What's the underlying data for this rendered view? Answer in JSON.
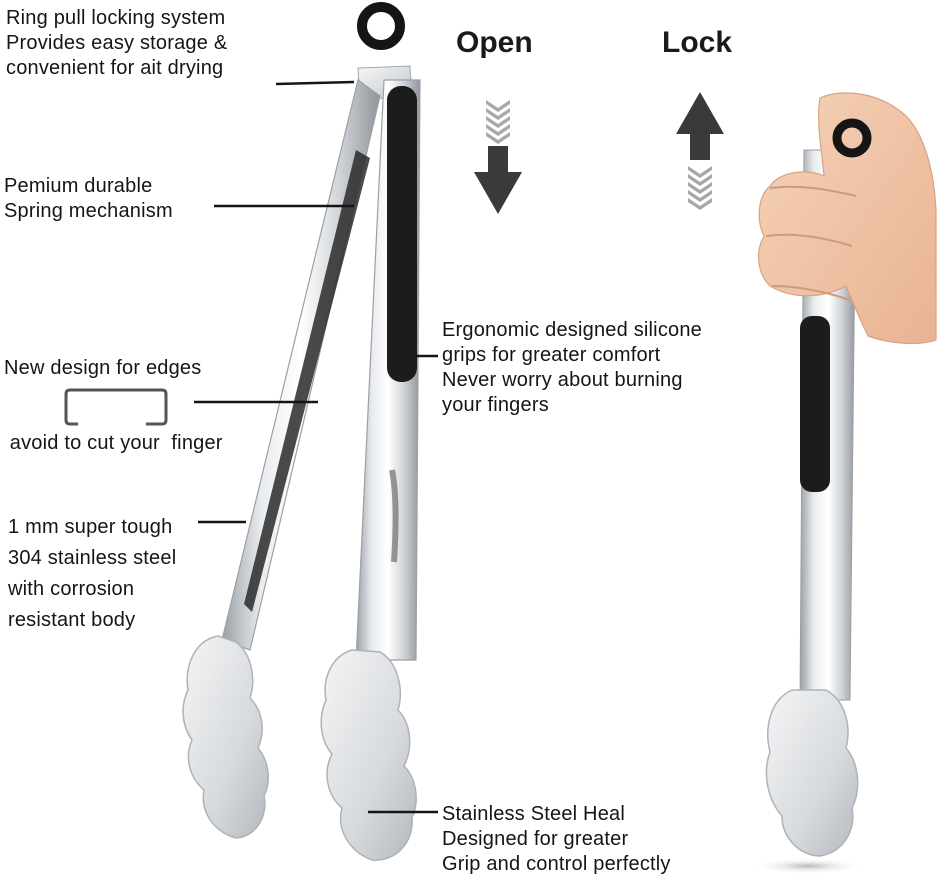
{
  "callouts": {
    "ring_pull": {
      "line1": "Ring pull locking system",
      "line2": "Provides easy storage &",
      "line3": "convenient for ait drying"
    },
    "spring": {
      "line1": "Pemium durable",
      "line2": "Spring mechanism"
    },
    "edges": {
      "line1": "New design for edges",
      "line2": " avoid to cut your  finger"
    },
    "steel": {
      "line1": "1 mm super tough",
      "line2": "304 stainless steel",
      "line3": "with corrosion",
      "line4": "resistant body"
    },
    "grips": {
      "line1": "Ergonomic designed silicone",
      "line2": "grips for greater comfort",
      "line3": "Never worry about burning",
      "line4": "your fingers"
    },
    "heal": {
      "line1": "Stainless Steel Heal",
      "line2": "Designed for greater",
      "line3": "Grip and control perfectly"
    }
  },
  "indicators": {
    "open_label": "Open",
    "lock_label": "Lock"
  },
  "colors": {
    "steel_light": "#eef0f2",
    "steel_mid": "#c9cdd1",
    "steel_dark": "#8d9297",
    "silicone": "#1c1c1c",
    "skin": "#f2c5a8",
    "text": "#151515"
  }
}
